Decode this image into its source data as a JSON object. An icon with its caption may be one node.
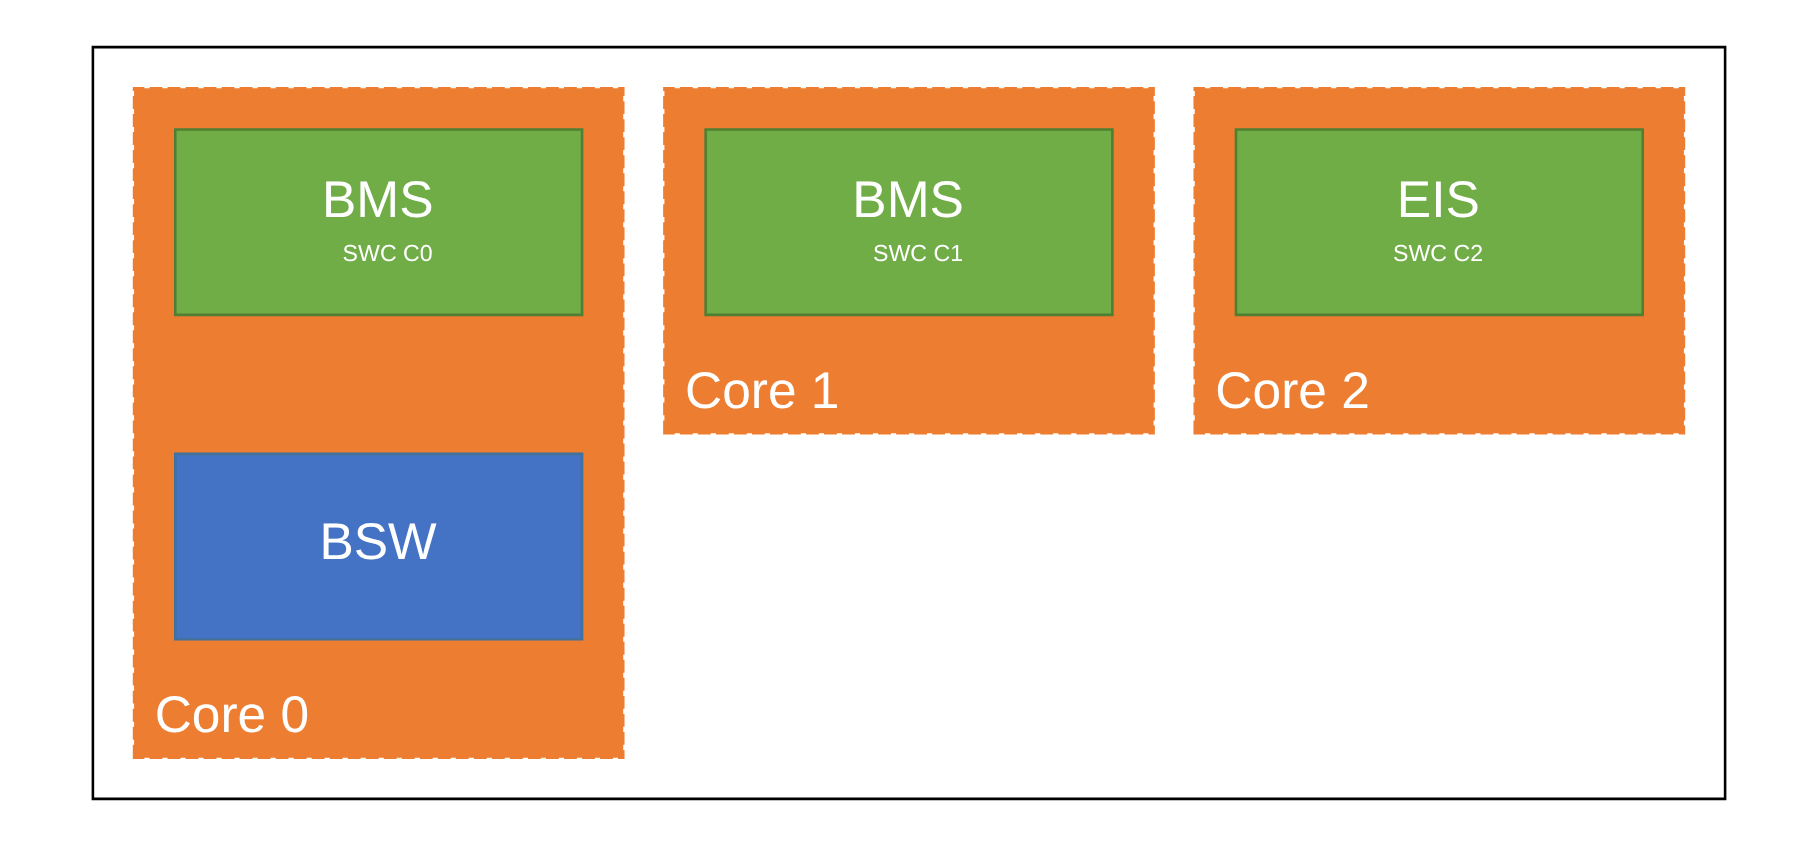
{
  "diagram": {
    "nodes": [
      {
        "text": [],
        "shape": "box"
      },
      {
        "text": [
          "Core 0"
        ],
        "in": 0
      },
      {
        "text": [
          "BMS",
          "SWC C0"
        ],
        "in": 1
      },
      {
        "text": [
          "BSW"
        ],
        "in": 1
      },
      {
        "text": [
          "Core 1"
        ],
        "in": 0
      },
      {
        "text": [
          "BMS",
          "SWC C1"
        ],
        "in": 4
      },
      {
        "text": [
          "Core 2"
        ],
        "in": 0
      },
      {
        "text": [
          "EIS",
          "SWC C2"
        ],
        "in": 6
      }
    ],
    "edges": []
  }
}
